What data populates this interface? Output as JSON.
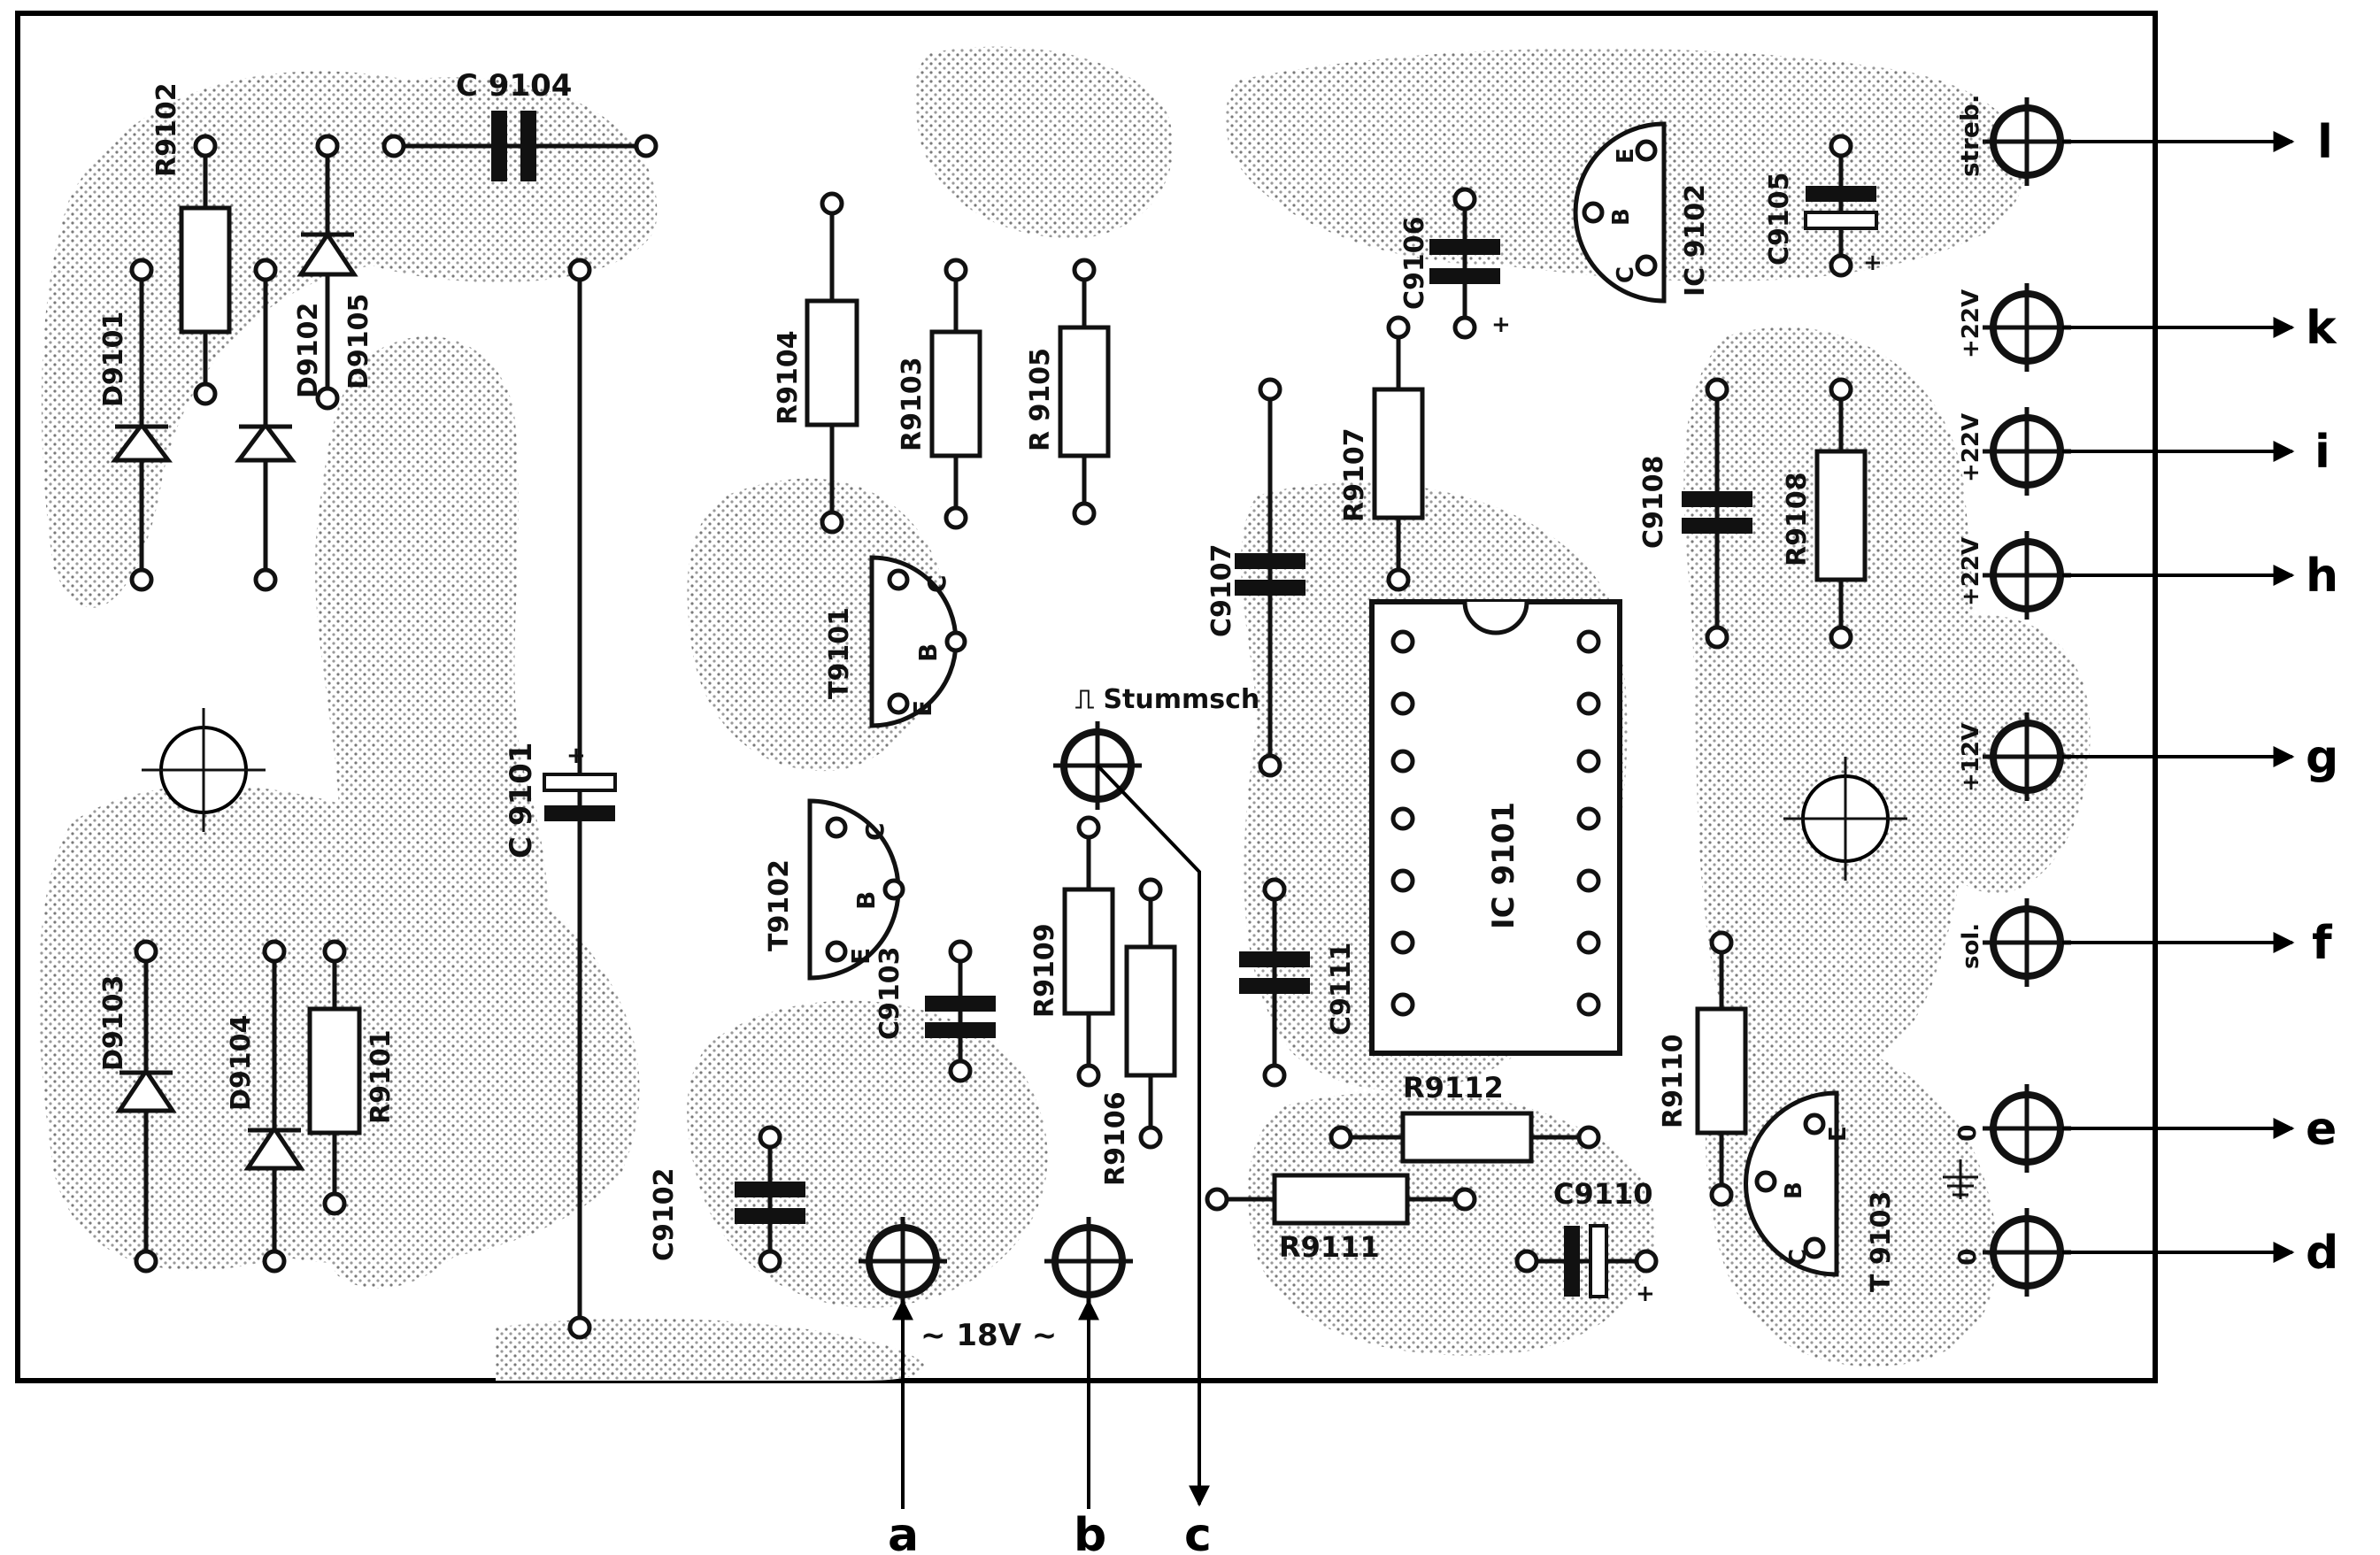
{
  "capacitors": {
    "c9101": "C 9101",
    "c9102": "C9102",
    "c9103": "C9103",
    "c9104": "C 9104",
    "c9105": "C9105",
    "c9106": "C9106",
    "c9107": "C9107",
    "c9108": "C9108",
    "c9110": "C9110",
    "c9111": "C9111"
  },
  "resistors": {
    "r9101": "R9101",
    "r9102": "R9102",
    "r9103": "R9103",
    "r9104": "R9104",
    "r9105": "R 9105",
    "r9106": "R9106",
    "r9107": "R9107",
    "r9108": "R9108",
    "r9109": "R9109",
    "r9110": "R9110",
    "r9111": "R9111",
    "r9112": "R9112"
  },
  "diodes": {
    "d9101": "D9101",
    "d9102": "D9102",
    "d9103": "D9103",
    "d9104": "D9104",
    "d9105": "D9105"
  },
  "transistors": {
    "t9101": "T9101",
    "t9102": "T9102",
    "t9103": "T 9103"
  },
  "ics": {
    "ic9101": "IC 9101",
    "ic9102": "IC 9102"
  },
  "pins": {
    "e": "E",
    "b": "B",
    "c": "C"
  },
  "stumm_label": "⎍ Stummsch",
  "ac_label": "~ 18V ~",
  "terminals": {
    "l_label": "streb.",
    "k_label": "+22V",
    "i_label": "+22V",
    "h_label": "+22V",
    "g_label": "+12V",
    "f_label": "sol.",
    "e_label": "0",
    "d_label": "0"
  },
  "polarity_plus": "+",
  "connections": {
    "a": "a",
    "b": "b",
    "c": "c",
    "d": "d",
    "e": "e",
    "f": "f",
    "g": "g",
    "h": "h",
    "i": "i",
    "k": "k",
    "l": "l"
  }
}
